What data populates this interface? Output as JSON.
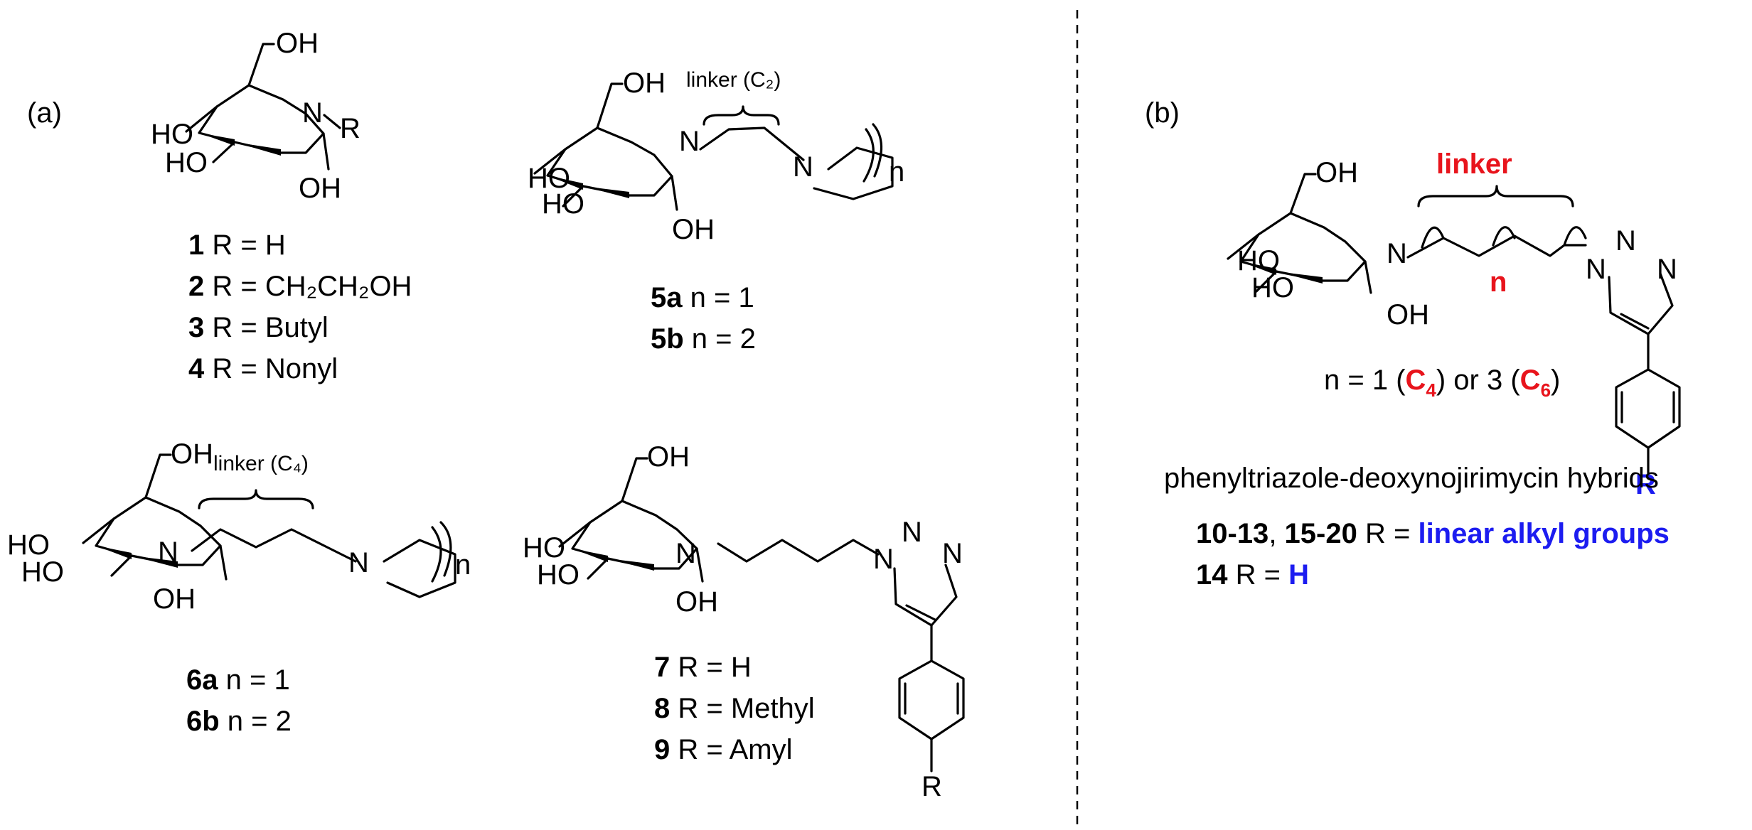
{
  "panels": {
    "a": {
      "label": "(a)"
    },
    "b": {
      "label": "(b)"
    }
  },
  "atoms": {
    "OH": "OH",
    "HO": "HO",
    "N": "N",
    "R": "R",
    "n": "n"
  },
  "compound1_4": {
    "lines": [
      {
        "num": "1",
        "text": " R = H"
      },
      {
        "num": "2",
        "text": " R = CH₂CH₂OH"
      },
      {
        "num": "3",
        "text": " R = Butyl"
      },
      {
        "num": "4",
        "text": " R = Nonyl"
      }
    ]
  },
  "compound5": {
    "linker": "linker (C₂)",
    "lines": [
      {
        "num": "5a",
        "text": " n = 1"
      },
      {
        "num": "5b",
        "text": " n = 2"
      }
    ]
  },
  "compound6": {
    "linker": "linker (C₄)",
    "lines": [
      {
        "num": "6a",
        "text": " n = 1"
      },
      {
        "num": "6b",
        "text": " n = 2"
      }
    ]
  },
  "compound7_9": {
    "lines": [
      {
        "num": "7",
        "text": " R = H"
      },
      {
        "num": "8",
        "text": " R = Methyl"
      },
      {
        "num": "9",
        "text": " R = Amyl"
      }
    ]
  },
  "panel_b": {
    "linker": "linker",
    "n_label": "n",
    "n_def": {
      "pre": "n = 1 (",
      "c4": "C",
      "c4sub": "4",
      "mid": ") or 3 (",
      "c6": "C",
      "c6sub": "6",
      "post": ")"
    },
    "hybrids_title": "phenyltriazole-deoxynojirimycin hybrids",
    "line1": {
      "nums": "10-13",
      "sep": ", ",
      "nums2": "15-20",
      "eq": " R = ",
      "value": "linear alkyl groups"
    },
    "line2": {
      "nums": "14",
      "eq": " R = ",
      "value": "H"
    }
  },
  "colors": {
    "red": "#e8141c",
    "blue": "#1c1cf0"
  }
}
